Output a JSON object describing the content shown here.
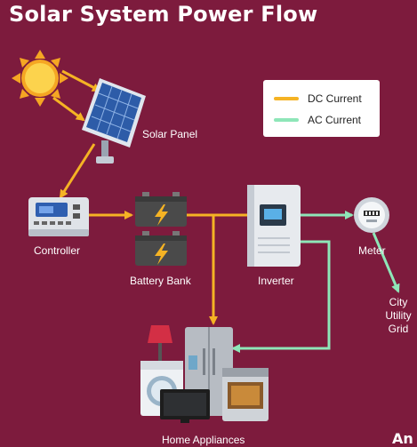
{
  "title": "Solar System Power Flow",
  "colors": {
    "background": "#7d1b3d",
    "dc_current": "#f5b324",
    "ac_current": "#8ee6b8"
  },
  "legend": {
    "dc_label": "DC Current",
    "ac_label": "AC Current"
  },
  "components": {
    "solar_panel": "Solar Panel",
    "controller": "Controller",
    "battery_bank": "Battery Bank",
    "inverter": "Inverter",
    "meter": "Meter",
    "grid_line1": "City",
    "grid_line2": "Utility",
    "grid_line3": "Grid",
    "home_appliances": "Home Appliances"
  },
  "logo_text": "An"
}
